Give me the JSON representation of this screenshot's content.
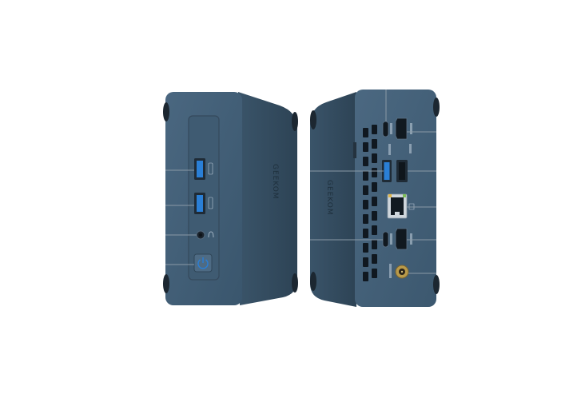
{
  "product": {
    "brand_text": "GEEKOM",
    "colors": {
      "body": "#3e5a72",
      "body_dark": "#2a3f52",
      "body_light": "#557089",
      "port_blue": "#2a7fd6",
      "leader_line": "#8a99a6",
      "rubber_foot": "#1c2731"
    },
    "front_view": {
      "ports": [
        {
          "name": "usb-3-port",
          "icon": "usb-ss-icon"
        },
        {
          "name": "usb-3-port",
          "icon": "usb-ss-icon"
        },
        {
          "name": "audio-jack",
          "icon": "headphone-icon"
        },
        {
          "name": "power-button",
          "icon": "power-icon"
        }
      ]
    },
    "rear_view": {
      "ports": [
        {
          "name": "usb-c-port",
          "icon": "usb-c-icon"
        },
        {
          "name": "hdmi-port",
          "icon": "hdmi-icon"
        },
        {
          "name": "usb-3-port",
          "icon": "usb-ss-icon"
        },
        {
          "name": "usb-2-port",
          "icon": "usb-icon"
        },
        {
          "name": "ethernet-port",
          "icon": "lan-icon"
        },
        {
          "name": "usb-c-port",
          "icon": "usb-c-icon"
        },
        {
          "name": "hdmi-port",
          "icon": "hdmi-icon"
        },
        {
          "name": "dc-in-port",
          "icon": "dc-in-icon"
        }
      ]
    }
  }
}
